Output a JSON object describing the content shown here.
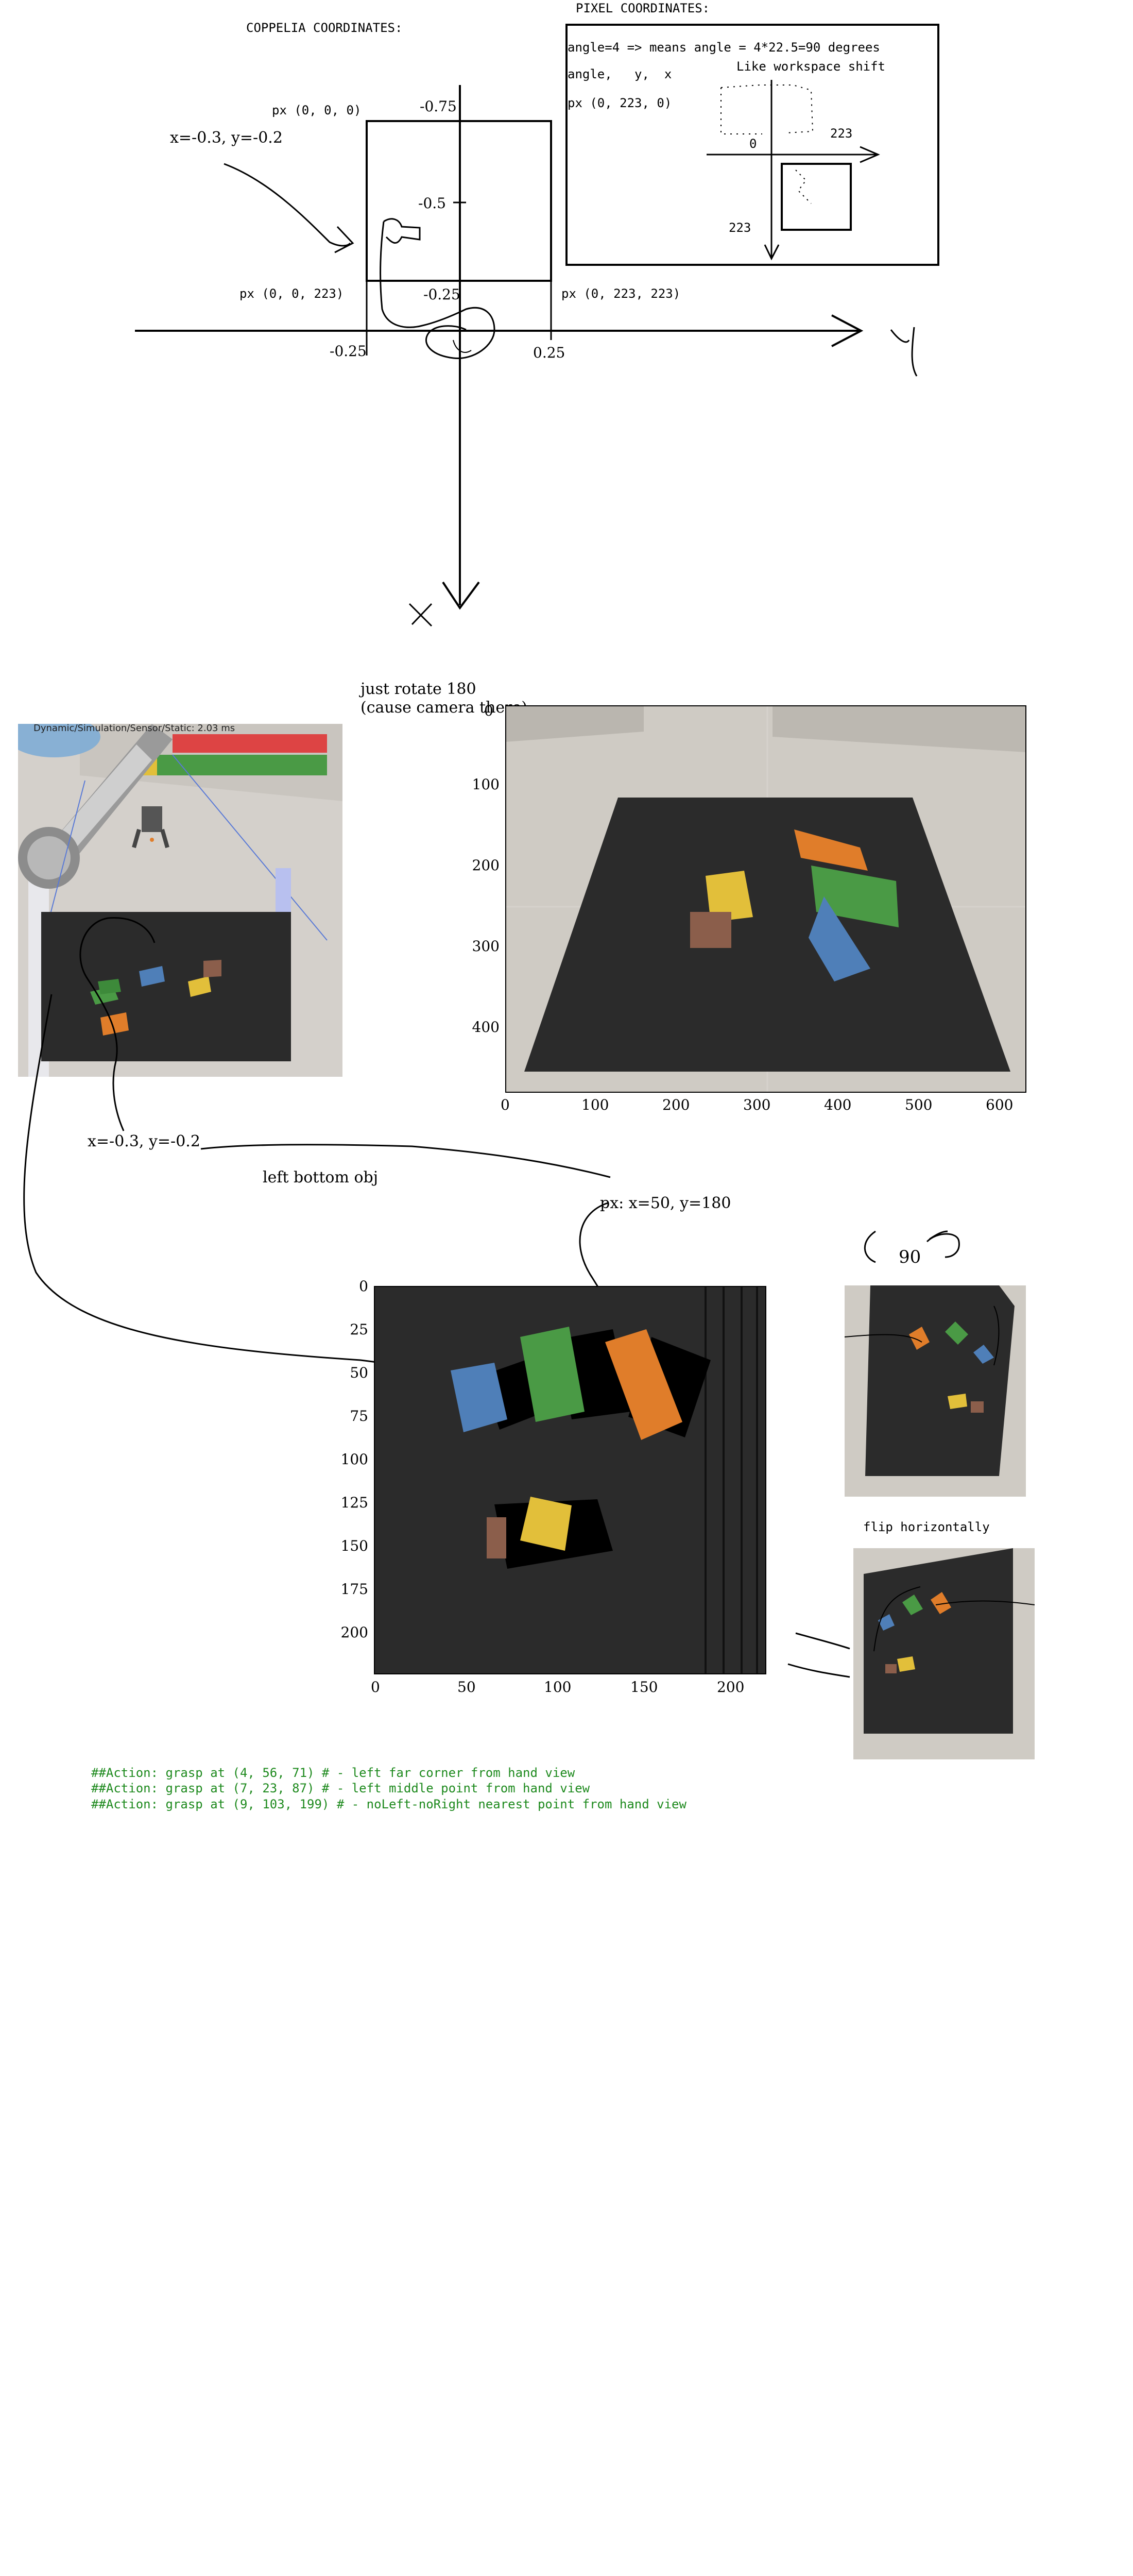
{
  "top": {
    "coppelia_title": "COPPELIA COORDINATES:",
    "pixel_title": "PIXEL COORDINATES:",
    "hand_note": "x=-0.3, y=-0.2",
    "px_000": "px (0, 0, 0)",
    "px_00223": "px (0, 0, 223)",
    "px_0223223": "px (0, 223, 223)",
    "ticks": {
      "n075": "-0.75",
      "n05": "-0.5",
      "n025_left": "-0.25",
      "n025_mid": "-0.25",
      "p025": "0.25"
    },
    "axis_y": "y",
    "axis_x": "x",
    "pixel_box": {
      "line1": "angle=4 => means angle = 4*22.5=90 degrees",
      "line2": "angle,   y,  x",
      "line3": "Like workspace shift",
      "line4": "px (0, 223, 0)",
      "lbl_223_right": "223",
      "lbl_0": "0",
      "lbl_223_bottom": "223"
    }
  },
  "middle": {
    "rotate_note_1": "just rotate 180",
    "rotate_note_2": "(cause camera there)",
    "sim_caption": "Dynamic/Simulation/Sensor/Static: 2.03 ms",
    "chart1_yticks": [
      "100",
      "200",
      "300",
      "400"
    ],
    "chart1_xticks": [
      "0",
      "100",
      "200",
      "300",
      "400",
      "500",
      "600"
    ],
    "chart1_corner": "0",
    "note_xy": "x=-0.3, y=-0.2",
    "note_left_bottom": "left bottom obj",
    "note_px": "px: x=50, y=180",
    "chart2_yticks": [
      "0",
      "25",
      "50",
      "75",
      "100",
      "125",
      "150",
      "175",
      "200"
    ],
    "chart2_xticks": [
      "0",
      "50",
      "100",
      "150",
      "200"
    ],
    "note_90": "90",
    "note_flip": "flip horizontally"
  },
  "actions": [
    "##Action: grasp at (4, 56, 71) # - left far corner from hand view",
    "##Action: grasp at (7, 23, 87) # - left middle point from hand view",
    "##Action: grasp at (9, 103, 199) # - noLeft-noRight nearest point from hand view"
  ],
  "colors": {
    "table": "#2b2b2b",
    "floor": "#cfcbc4",
    "orange": "#e07d2a",
    "green": "#4a9a45",
    "blue": "#4f7fb8",
    "yellow": "#e2bf3a",
    "brown": "#8b5e4b",
    "action_text": "#1e8a1e"
  }
}
